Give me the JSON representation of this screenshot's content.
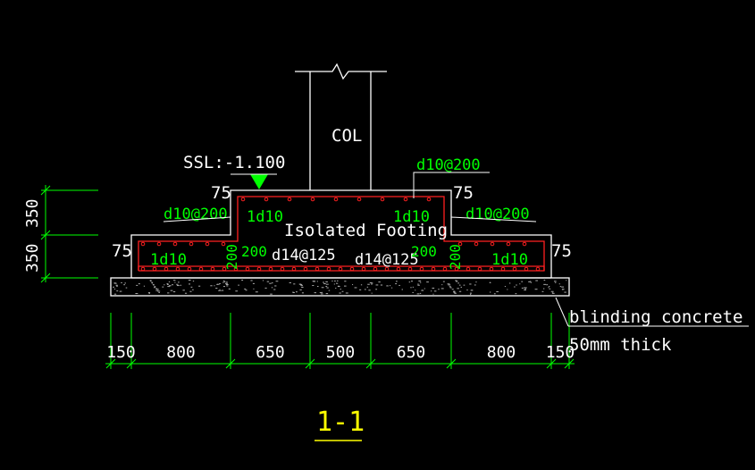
{
  "labels": {
    "col": "COL",
    "ssl": "SSL:-1.100",
    "footing": "Isolated Footing",
    "title": "1-1",
    "blinding1": "blinding concrete",
    "blinding2": "50mm thick",
    "d10_top_right": "d10@200",
    "d10_top_left": "d10@200",
    "d10_mid_right": "d10@200",
    "d14_left": "d14@125",
    "d14_right": "d14@125",
    "onedten_1": "1d10",
    "onedten_2": "1d10",
    "onedten_3": "1d10",
    "onedten_4": "1d10",
    "dim_75_top_left": "75",
    "dim_75_top_right": "75",
    "dim_75_left": "75",
    "dim_75_right": "75",
    "dim_200_1": "200",
    "dim_200_2": "200",
    "dim_200_3": "200",
    "dim_200_4": "200",
    "vdim_350_upper": "350",
    "vdim_350_lower": "350"
  },
  "dimensions": [
    "150",
    "800",
    "650",
    "500",
    "650",
    "800",
    "150"
  ],
  "colors": {
    "background": "#000000",
    "lines": "#ffffff",
    "dims": "#00ff00",
    "rebar": "#ff0000",
    "labels_green": "#00ff00",
    "title": "#ffff00"
  }
}
